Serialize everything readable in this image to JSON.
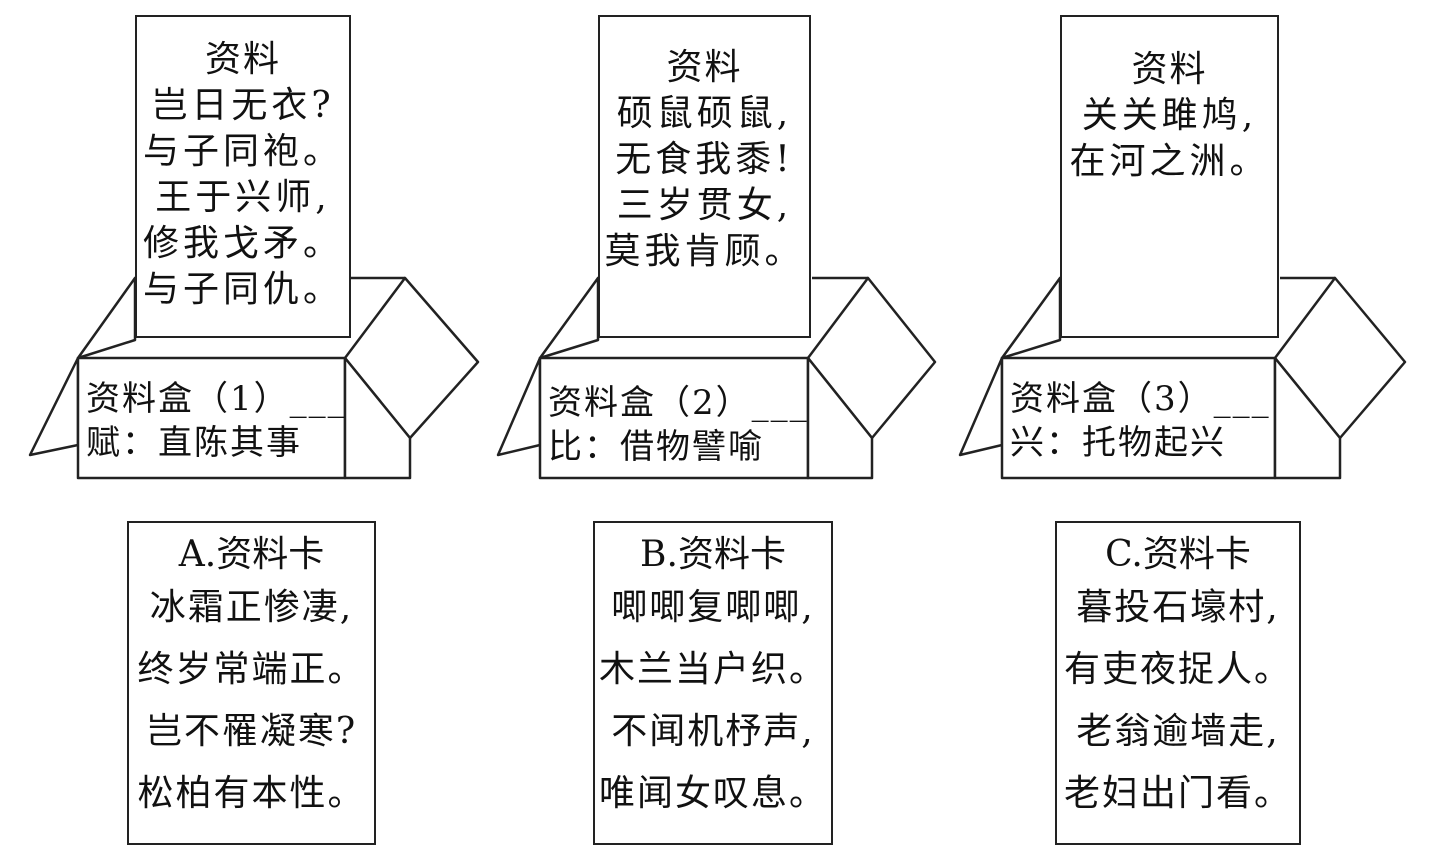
{
  "boxes": [
    {
      "paper": {
        "title": "资料",
        "lines": [
          "岂日无衣?",
          "与子同袍。",
          "王于兴师,",
          "修我戈矛。",
          "与子同仇。"
        ]
      },
      "label_line1": "资料盒（1）___",
      "label_line2": "赋：直陈其事"
    },
    {
      "paper": {
        "title": "资料",
        "lines": [
          "硕鼠硕鼠,",
          "无食我黍!",
          "三岁贯女,",
          "莫我肯顾。"
        ]
      },
      "label_line1": "资料盒（2）___",
      "label_line2": "比：借物譬喻"
    },
    {
      "paper": {
        "title": "资料",
        "lines": [
          "关关雎鸠,",
          "在河之洲。"
        ]
      },
      "label_line1": "资料盒（3）___",
      "label_line2": "兴：托物起兴"
    }
  ],
  "cards": [
    {
      "title": "A.资料卡",
      "lines": [
        "冰霜正惨凄,",
        "终岁常端正。",
        "岂不罹凝寒?",
        "松柏有本性。"
      ]
    },
    {
      "title": "B.资料卡",
      "lines": [
        "唧唧复唧唧,",
        "木兰当户织。",
        "不闻机杼声,",
        "唯闻女叹息。"
      ]
    },
    {
      "title": "C.资料卡",
      "lines": [
        "暮投石壕村,",
        "有吏夜捉人。",
        "老翁逾墙走,",
        "老妇出门看。"
      ]
    }
  ]
}
